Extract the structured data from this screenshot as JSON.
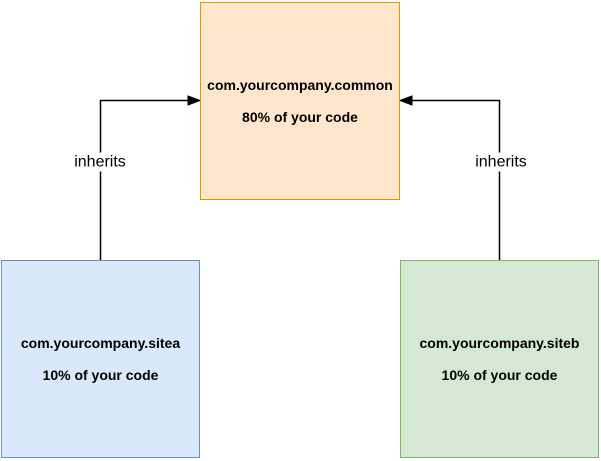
{
  "diagram": {
    "background_color": "#ffffff",
    "edge_color": "#000000",
    "text_color": "#000000",
    "nodes": [
      {
        "id": "common",
        "title": "com.yourcompany.common",
        "subtitle": "80% of your code",
        "fill": "#ffe6cc",
        "stroke": "#d79b00"
      },
      {
        "id": "sitea",
        "title": "com.yourcompany.sitea",
        "subtitle": "10% of your code",
        "fill": "#dae8fc",
        "stroke": "#6c8ebf"
      },
      {
        "id": "siteb",
        "title": "com.yourcompany.siteb",
        "subtitle": "10% of your code",
        "fill": "#d5e8d4",
        "stroke": "#82b366"
      }
    ],
    "edges": [
      {
        "from": "sitea",
        "to": "common",
        "label": "inherits"
      },
      {
        "from": "siteb",
        "to": "common",
        "label": "inherits"
      }
    ]
  }
}
